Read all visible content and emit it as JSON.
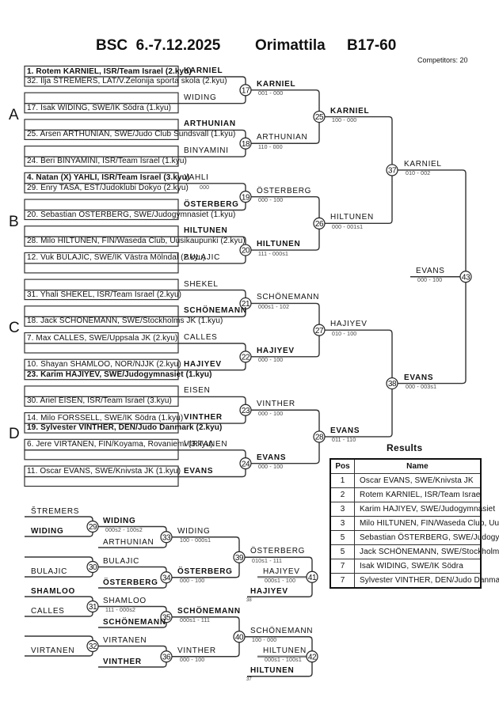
{
  "header": {
    "event": "BSC  6.-7.12.2025",
    "venue": "Orimattila",
    "category": "B17-60",
    "competitors": "Competitors: 20"
  },
  "pool_labels": [
    "A",
    "B",
    "C",
    "D"
  ],
  "draw": [
    {
      "row1": {
        "text": "1. Rotem KARNIEL, ISR/Team Israel (2.kyu)",
        "bold": true
      },
      "row2": {
        "text": "32. Ilja ŠTREMERS, LAT/V.Zelonija sporta skola (2.kyu)",
        "bold": false
      },
      "label": {
        "text": "KARNIEL",
        "bold": true
      },
      "score": ""
    },
    {
      "row1": {
        "text": "",
        "bold": false
      },
      "row2": {
        "text": "17. Isak WIDING, SWE/IK Södra (1.kyu)",
        "bold": false
      },
      "label": {
        "text": "WIDING",
        "bold": false
      },
      "score": ""
    },
    {
      "row1": {
        "text": "",
        "bold": false
      },
      "row2": {
        "text": "25. Arsen ARTHUNIAN, SWE/Judo Club Sundsvall (1.kyu)",
        "bold": false
      },
      "label": {
        "text": "ARTHUNIAN",
        "bold": true
      },
      "score": ""
    },
    {
      "row1": {
        "text": "",
        "bold": false
      },
      "row2": {
        "text": "24. Beri BINYAMINI, ISR/Team Israel (1.kyu)",
        "bold": false
      },
      "label": {
        "text": "BINYAMINI",
        "bold": false
      },
      "score": ""
    },
    {
      "row1": {
        "text": "4. Natan (X) YAHLI, ISR/Team Israel (3.kyu)",
        "bold": true
      },
      "row2": {
        "text": "29. Enry TASA, EST/Judoklubi Dokyo (2.kyu)",
        "bold": false
      },
      "label": {
        "text": "YAHLI",
        "bold": false
      },
      "score": "000"
    },
    {
      "row1": {
        "text": "",
        "bold": false
      },
      "row2": {
        "text": "20. Sebastian ÖSTERBERG, SWE/Judogymnasiet (1.kyu)",
        "bold": false
      },
      "label": {
        "text": "ÖSTERBERG",
        "bold": true
      },
      "score": ""
    },
    {
      "row1": {
        "text": "",
        "bold": false
      },
      "row2": {
        "text": "28. Milo HILTUNEN, FIN/Waseda Club, Uusikaupunki (2.kyu)",
        "bold": false
      },
      "label": {
        "text": "HILTUNEN",
        "bold": true
      },
      "score": ""
    },
    {
      "row1": {
        "text": "12. Vuk BULAJIC, SWE/IK Västra Mölndal (2.kyu)",
        "bold": false
      },
      "row2": {
        "text": "",
        "bold": false
      },
      "label": {
        "text": "BULAJIC",
        "bold": false
      },
      "score": ""
    },
    {
      "row1": {
        "text": "",
        "bold": false
      },
      "row2": {
        "text": "31. Yhali SHEKEL, ISR/Team Israel (2.kyu)",
        "bold": false
      },
      "label": {
        "text": "SHEKEL",
        "bold": false
      },
      "score": ""
    },
    {
      "row1": {
        "text": "",
        "bold": false
      },
      "row2": {
        "text": "18. Jack SCHONEMANN, SWE/Stockholms JK (1.kyu)",
        "bold": false
      },
      "label": {
        "text": "SCHÖNEMANN",
        "bold": true
      },
      "score": ""
    },
    {
      "row1": {
        "text": "7. Max CALLES, SWE/Uppsala JK (2.kyu)",
        "bold": false
      },
      "row2": {
        "text": "",
        "bold": false
      },
      "label": {
        "text": "CALLES",
        "bold": false
      },
      "score": ""
    },
    {
      "row1": {
        "text": "10. Shayan SHAMLOO, NOR/NJJK (2.kyu)",
        "bold": false
      },
      "row2": {
        "text": "23. Karim HAJIYEV, SWE/Judogymnasiet (1.kyu)",
        "bold": true
      },
      "label": {
        "text": "HAJIYEV",
        "bold": true
      },
      "score": ""
    },
    {
      "row1": {
        "text": "",
        "bold": false
      },
      "row2": {
        "text": "30. Ariel EISEN, ISR/Team Israel (3.kyu)",
        "bold": false
      },
      "label": {
        "text": "EISEN",
        "bold": false
      },
      "score": ""
    },
    {
      "row1": {
        "text": "14. Milo FORSSELL, SWE/IK Södra (1.kyu)",
        "bold": false
      },
      "row2": {
        "text": "19. Sylvester VINTHER, DEN/Judo Danmark (2.kyu)",
        "bold": true
      },
      "label": {
        "text": "VINTHER",
        "bold": true
      },
      "score": ""
    },
    {
      "row1": {
        "text": "6. Jere VIRTANEN, FIN/Koyama, Rovaniemi (3.kyu)",
        "bold": false
      },
      "row2": {
        "text": "",
        "bold": false
      },
      "label": {
        "text": "VIRTANEN",
        "bold": false
      },
      "score": ""
    },
    {
      "row1": {
        "text": "11. Oscar EVANS, SWE/Knivsta JK (1.kyu)",
        "bold": false
      },
      "row2": {
        "text": "",
        "bold": false
      },
      "label": {
        "text": "EVANS",
        "bold": true
      },
      "score": ""
    }
  ],
  "rounds": {
    "r1": [
      {
        "number": "17",
        "winner": "KARNIEL",
        "bold": true,
        "score": "001 - 000"
      },
      {
        "number": "18",
        "winner": "ARTHUNIAN",
        "bold": false,
        "score": "110 - 000"
      },
      {
        "number": "19",
        "winner": "ÖSTERBERG",
        "bold": false,
        "score": "000 - 100"
      },
      {
        "number": "20",
        "winner": "HILTUNEN",
        "bold": true,
        "score": "111 - 000s1"
      },
      {
        "number": "21",
        "winner": "SCHÖNEMANN",
        "bold": false,
        "score": "000s1 - 102"
      },
      {
        "number": "22",
        "winner": "HAJIYEV",
        "bold": true,
        "score": "000 - 100"
      },
      {
        "number": "23",
        "winner": "VINTHER",
        "bold": false,
        "score": "000 - 100"
      },
      {
        "number": "24",
        "winner": "EVANS",
        "bold": true,
        "score": "000 - 100"
      }
    ],
    "r2": [
      {
        "number": "25",
        "winner": "KARNIEL",
        "bold": true,
        "score": "100 - 000"
      },
      {
        "number": "26",
        "winner": "HILTUNEN",
        "bold": false,
        "score": "000 - 001s1"
      },
      {
        "number": "27",
        "winner": "HAJIYEV",
        "bold": false,
        "score": "010 - 100"
      },
      {
        "number": "28",
        "winner": "EVANS",
        "bold": true,
        "score": "011 - 110"
      }
    ],
    "r3": [
      {
        "number": "37",
        "winner": "KARNIEL",
        "bold": false,
        "score": "010 - 002"
      },
      {
        "number": "38",
        "winner": "EVANS",
        "bold": true,
        "score": "000 - 003s1"
      }
    ],
    "final": {
      "number": "43",
      "winner": "EVANS",
      "bold": false,
      "score": "000 - 100"
    }
  },
  "repechage": {
    "entries": [
      {
        "text": "ŠTREMERS",
        "bold": false
      },
      {
        "text": "WIDING",
        "bold": true
      },
      {
        "text": "",
        "bold": false
      },
      {
        "text": "BULAJIC",
        "bold": false
      },
      {
        "text": "SHAMLOO",
        "bold": true
      },
      {
        "text": "CALLES",
        "bold": false
      },
      {
        "text": "",
        "bold": false
      },
      {
        "text": "VIRTANEN",
        "bold": false
      }
    ],
    "round1": [
      {
        "number": "29",
        "winner": "WIDING",
        "bold": true,
        "score": "000s2 - 100s2"
      },
      {
        "number": "30",
        "winner": "BULAJIC",
        "bold": false,
        "score": ""
      },
      {
        "number": "31",
        "winner": "SHAMLOO",
        "bold": false,
        "score": "111 - 000s2"
      },
      {
        "number": "32",
        "winner": "VIRTANEN",
        "bold": false,
        "score": ""
      }
    ],
    "entrants_from_main": [
      {
        "text": "ARTHUNIAN",
        "bold": false
      },
      {
        "text": "ÖSTERBERG",
        "bold": true
      },
      {
        "text": "SCHÖNEMANN",
        "bold": true
      },
      {
        "text": "VINTHER",
        "bold": true
      }
    ],
    "round2": [
      {
        "number": "33",
        "winner": "WIDING",
        "bold": false,
        "score": "100 - 000s1"
      },
      {
        "number": "34",
        "winner": "ÖSTERBERG",
        "bold": true,
        "score": "000 - 100"
      },
      {
        "number": "35",
        "winner": "SCHÖNEMANN",
        "bold": true,
        "score": "000s1 - 111"
      },
      {
        "number": "36",
        "winner": "VINTHER",
        "bold": false,
        "score": "000 - 100"
      }
    ],
    "round3": [
      {
        "number": "39",
        "winner": "ÖSTERBERG",
        "bold": false,
        "score": "010s1 - 111"
      },
      {
        "number": "40",
        "winner": "SCHÖNEMANN",
        "bold": false,
        "score": "100 - 000"
      }
    ],
    "bronze": [
      {
        "number": "41",
        "semi_loser": {
          "text": "HAJIYEV",
          "bold": true,
          "from": "38"
        },
        "winner": "HAJIYEV",
        "bold": false,
        "score": "000s1 - 100"
      },
      {
        "number": "42",
        "semi_loser": {
          "text": "HILTUNEN",
          "bold": true,
          "from": "37"
        },
        "winner": "HILTUNEN",
        "bold": false,
        "score": "000s1 - 100s1"
      }
    ]
  },
  "results": {
    "title": "Results",
    "headers": {
      "pos": "Pos",
      "name": "Name"
    },
    "rows": [
      {
        "pos": "1",
        "name": "Oscar EVANS, SWE/Knivsta JK"
      },
      {
        "pos": "2",
        "name": "Rotem KARNIEL, ISR/Team Israel"
      },
      {
        "pos": "3",
        "name": "Karim HAJIYEV, SWE/Judogymnasiet"
      },
      {
        "pos": "3",
        "name": "Milo HILTUNEN, FIN/Waseda Club, Uusikaupunki"
      },
      {
        "pos": "5",
        "name": "Sebastian ÖSTERBERG, SWE/Judogymnasiet"
      },
      {
        "pos": "5",
        "name": "Jack SCHÖNEMANN, SWE/Stockholms JK"
      },
      {
        "pos": "7",
        "name": "Isak WIDING, SWE/IK Södra"
      },
      {
        "pos": "7",
        "name": "Sylvester VINTHER, DEN/Judo Danmark"
      }
    ]
  }
}
